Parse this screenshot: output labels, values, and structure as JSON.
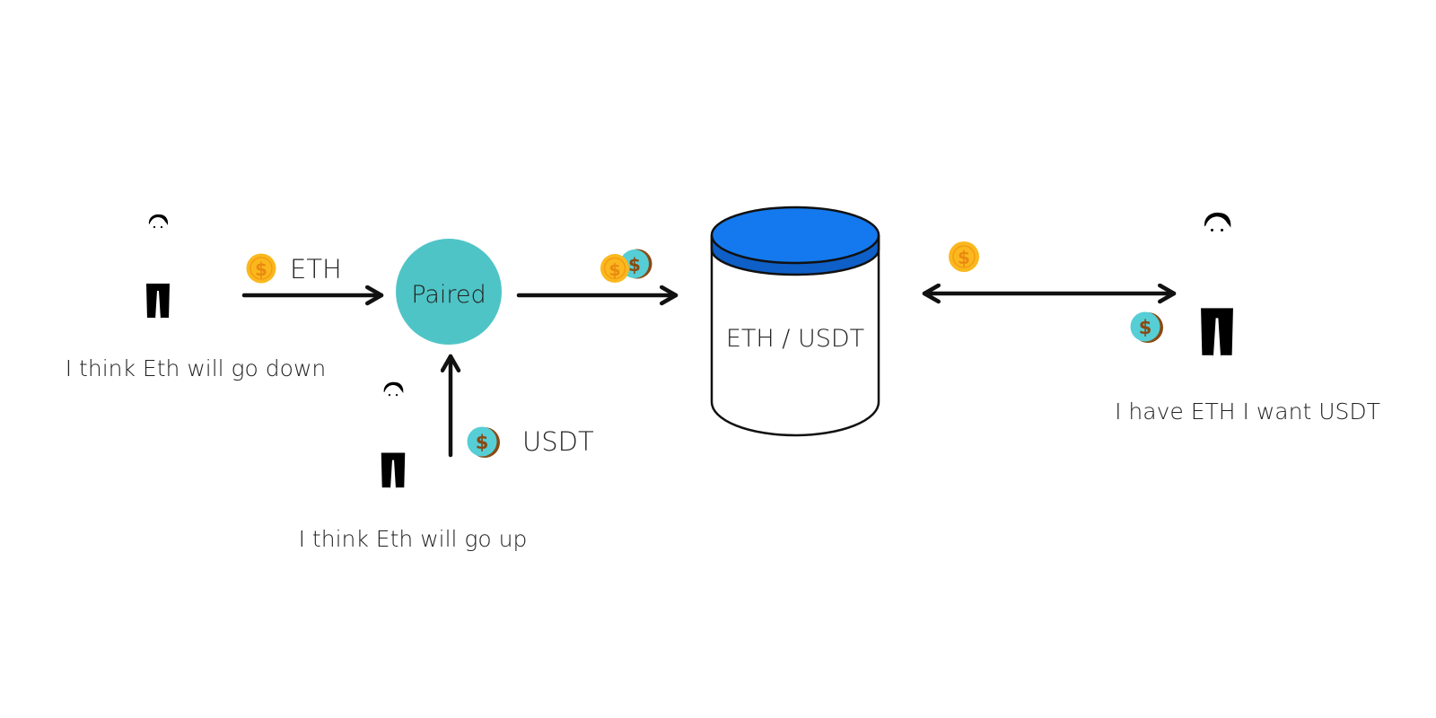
{
  "diagram": {
    "left_person_caption": "I think Eth will go down",
    "bottom_person_caption": "I think Eth will go up",
    "right_person_caption": "I have ETH I want USDT",
    "eth_label": "ETH",
    "usdt_label": "USDT",
    "paired_label": "Paired",
    "pool_label": "ETH / USDT",
    "coin_symbol": "$"
  },
  "colors": {
    "orange": "#F5A623",
    "orange_coin": "#FBB81E",
    "teal": "#4FC4C6",
    "teal_coin": "#56CED6",
    "blue_lid": "#1479EE",
    "ink": "#111111",
    "coin_symbol_color": "#8A4A12"
  },
  "icons": {
    "person": "person-standing-icon",
    "coin": "dollar-coin-icon",
    "pool": "cylinder-pool-icon"
  }
}
